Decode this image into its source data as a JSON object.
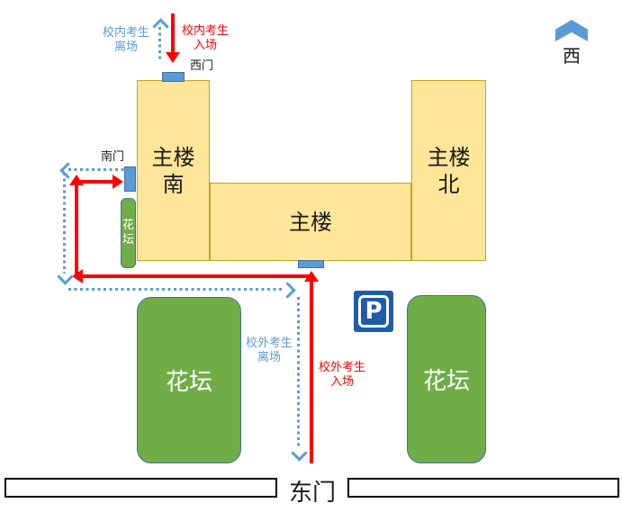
{
  "compass": {
    "label": "西"
  },
  "buildings": {
    "main_south": "主楼\n南",
    "main": "主楼",
    "main_north": "主楼\n北"
  },
  "gates": {
    "west": "西门",
    "south": "南门",
    "east": "东门"
  },
  "flower_beds": {
    "small": "花\n坛",
    "left": "花坛",
    "right": "花坛"
  },
  "routes": {
    "inside_enter": {
      "label": "校内考生\n入场",
      "color": "#FF0000",
      "style": "solid"
    },
    "inside_leave": {
      "label": "校内考生\n离场",
      "color": "#5B9BD5",
      "style": "dotted"
    },
    "outside_enter": {
      "label": "校外考生\n入场",
      "color": "#FF0000",
      "style": "solid"
    },
    "outside_leave": {
      "label": "校外考生\n离场",
      "color": "#5B9BD5",
      "style": "dotted"
    }
  },
  "parking_sign": {
    "label": "P"
  },
  "colors": {
    "building_fill": "#FFE699",
    "building_border": "#C9A227",
    "door": "#5B9BD5",
    "flower_bed": "#70AD47",
    "route_enter": "#FF0000",
    "route_leave": "#5B9BD5",
    "parking_bg": "#1F5CA8"
  }
}
